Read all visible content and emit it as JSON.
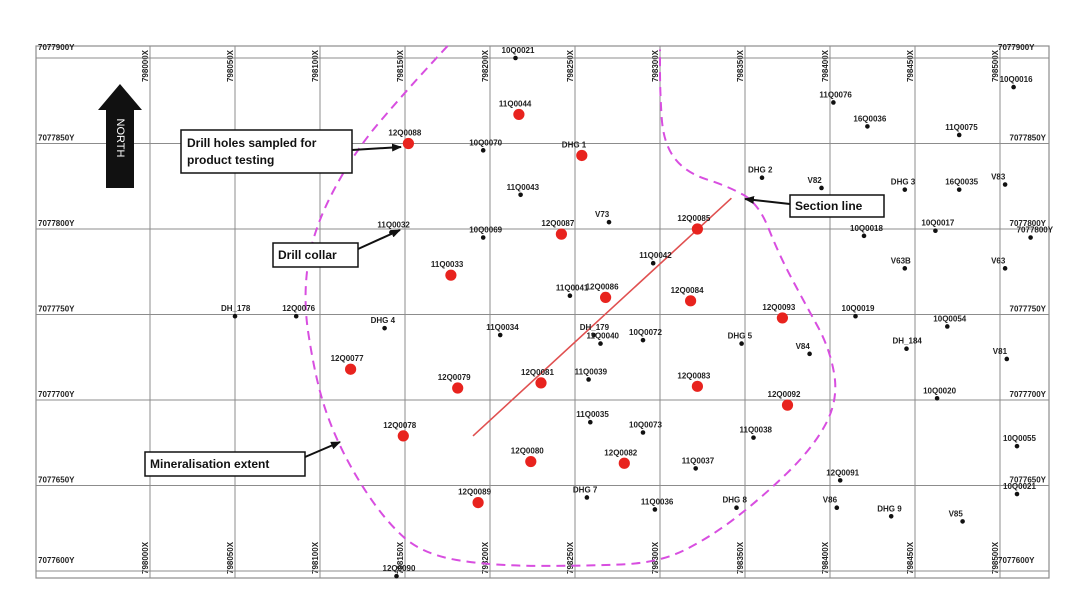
{
  "colors": {
    "grid": "#8c8c8c",
    "boundary": "#d84ee0",
    "sampled_hole": "#e8231e",
    "collar": "#111111",
    "section_line": "#e05050"
  },
  "north_arrow": {
    "label": "NORTH"
  },
  "grid": {
    "eastings": [
      {
        "label": "798000X"
      },
      {
        "label": "798050X"
      },
      {
        "label": "798100X"
      },
      {
        "label": "798150X"
      },
      {
        "label": "798200X"
      },
      {
        "label": "798250X"
      },
      {
        "label": "798300X"
      },
      {
        "label": "798350X"
      },
      {
        "label": "798400X"
      },
      {
        "label": "798450X"
      },
      {
        "label": "798500X"
      }
    ],
    "northings": [
      {
        "left": "7077850Y",
        "right": "7077850Y"
      },
      {
        "left": "7077800Y",
        "right": "7077800Y"
      },
      {
        "left": "7077750Y",
        "right": "7077750Y"
      },
      {
        "left": "7077700Y",
        "right": "7077700Y"
      },
      {
        "left": "7077650Y",
        "right": "7077650Y"
      }
    ],
    "corners": {
      "top_left": "7077900Y",
      "top_right": "7077900Y",
      "bottom_left": "7077600Y",
      "bottom_right": "7077600Y"
    }
  },
  "callouts": {
    "sampled": {
      "line1": "Drill holes sampled for",
      "line2": "product testing"
    },
    "collar": "Drill collar",
    "section": "Section line",
    "extent": "Mineralisation extent"
  },
  "sampled_holes": [
    {
      "id": "12Q0088",
      "e": 798152,
      "n": 7077850
    },
    {
      "id": "11Q0044",
      "e": 798217,
      "n": 7077867
    },
    {
      "id": "DHG 1",
      "e": 798254,
      "n": 7077843
    },
    {
      "id": "12Q0087",
      "e": 798242,
      "n": 7077797
    },
    {
      "id": "12Q0085",
      "e": 798322,
      "n": 7077800
    },
    {
      "id": "11Q0033",
      "e": 798177,
      "n": 7077773
    },
    {
      "id": "12Q0086",
      "e": 798268,
      "n": 7077760
    },
    {
      "id": "12Q0084",
      "e": 798318,
      "n": 7077758
    },
    {
      "id": "12Q0093",
      "e": 798372,
      "n": 7077748
    },
    {
      "id": "12Q0077",
      "e": 798118,
      "n": 7077718
    },
    {
      "id": "12Q0079",
      "e": 798181,
      "n": 7077707
    },
    {
      "id": "12Q0081",
      "e": 798230,
      "n": 7077710
    },
    {
      "id": "12Q0083",
      "e": 798322,
      "n": 7077708
    },
    {
      "id": "12Q0092",
      "e": 798375,
      "n": 7077697
    },
    {
      "id": "12Q0078",
      "e": 798149,
      "n": 7077679
    },
    {
      "id": "12Q0080",
      "e": 798224,
      "n": 7077664
    },
    {
      "id": "12Q0082",
      "e": 798279,
      "n": 7077663
    },
    {
      "id": "12Q0089",
      "e": 798193,
      "n": 7077640
    }
  ],
  "collars": [
    {
      "id": "10Q0021",
      "e": 798215,
      "n": 7077900
    },
    {
      "id": "11Q0076",
      "e": 798402,
      "n": 7077874
    },
    {
      "id": "10Q0016",
      "e": 798508,
      "n": 7077883
    },
    {
      "id": "16Q0036",
      "e": 798422,
      "n": 7077860
    },
    {
      "id": "11Q0075",
      "e": 798476,
      "n": 7077855
    },
    {
      "id": "10Q0070",
      "e": 798196,
      "n": 7077846
    },
    {
      "id": "DHG 2",
      "e": 798360,
      "n": 7077830
    },
    {
      "id": "V82",
      "e": 798395,
      "n": 7077824
    },
    {
      "id": "DHG 3",
      "e": 798444,
      "n": 7077823
    },
    {
      "id": "16Q0035",
      "e": 798476,
      "n": 7077823
    },
    {
      "id": "V83",
      "e": 798503,
      "n": 7077826
    },
    {
      "id": "11Q0043",
      "e": 798218,
      "n": 7077820
    },
    {
      "id": "V73",
      "e": 798270,
      "n": 7077804
    },
    {
      "id": "10Q0018",
      "e": 798420,
      "n": 7077796
    },
    {
      "id": "10Q0017",
      "e": 798462,
      "n": 7077799
    },
    {
      "id": "7077800Y",
      "e": 798518,
      "n": 7077795
    },
    {
      "id": "11Q0032",
      "e": 798142,
      "n": 7077798
    },
    {
      "id": "10Q0069",
      "e": 798196,
      "n": 7077795
    },
    {
      "id": "11Q0042",
      "e": 798296,
      "n": 7077780
    },
    {
      "id": "V63B",
      "e": 798444,
      "n": 7077777
    },
    {
      "id": "V63",
      "e": 798503,
      "n": 7077777
    },
    {
      "id": "11Q0041",
      "e": 798247,
      "n": 7077761
    },
    {
      "id": "DH_178",
      "e": 798050,
      "n": 7077749
    },
    {
      "id": "12Q0076",
      "e": 798086,
      "n": 7077749
    },
    {
      "id": "10Q0019",
      "e": 798415,
      "n": 7077749
    },
    {
      "id": "DHG 4",
      "e": 798138,
      "n": 7077742
    },
    {
      "id": "11Q0034",
      "e": 798206,
      "n": 7077738
    },
    {
      "id": "DH_179",
      "e": 798261,
      "n": 7077738
    },
    {
      "id": "11Q0040",
      "e": 798265,
      "n": 7077733
    },
    {
      "id": "10Q0072",
      "e": 798290,
      "n": 7077735
    },
    {
      "id": "DHG 5",
      "e": 798348,
      "n": 7077733
    },
    {
      "id": "10Q0054",
      "e": 798469,
      "n": 7077743
    },
    {
      "id": "V84",
      "e": 798388,
      "n": 7077727
    },
    {
      "id": "DH_184",
      "e": 798445,
      "n": 7077730
    },
    {
      "id": "V81",
      "e": 798504,
      "n": 7077724
    },
    {
      "id": "11Q0039",
      "e": 798258,
      "n": 7077712
    },
    {
      "id": "10Q0020",
      "e": 798463,
      "n": 7077701
    },
    {
      "id": "11Q0035",
      "e": 798259,
      "n": 7077687
    },
    {
      "id": "10Q0073",
      "e": 798290,
      "n": 7077681
    },
    {
      "id": "11Q0038",
      "e": 798355,
      "n": 7077678
    },
    {
      "id": "10Q0055",
      "e": 798510,
      "n": 7077673
    },
    {
      "id": "11Q0037",
      "e": 798321,
      "n": 7077660
    },
    {
      "id": "12Q0091",
      "e": 798406,
      "n": 7077653
    },
    {
      "id": "10Q0021",
      "e": 798510,
      "n": 7077645
    },
    {
      "id": "DHG 7",
      "e": 798257,
      "n": 7077643
    },
    {
      "id": "11Q0036",
      "e": 798297,
      "n": 7077636
    },
    {
      "id": "DHG 8",
      "e": 798345,
      "n": 7077637
    },
    {
      "id": "V86",
      "e": 798404,
      "n": 7077637
    },
    {
      "id": "DHG 9",
      "e": 798436,
      "n": 7077632
    },
    {
      "id": "V85",
      "e": 798478,
      "n": 7077629
    },
    {
      "id": "12Q0090",
      "e": 798145,
      "n": 7077597
    }
  ],
  "section_line": {
    "from": {
      "e": 798190,
      "n": 7077679
    },
    "to": {
      "e": 798342,
      "n": 7077818
    }
  },
  "mineralisation_extent": [
    {
      "e": 798175,
      "n": 7077907
    },
    {
      "e": 798150,
      "n": 7077880
    },
    {
      "e": 798120,
      "n": 7077845
    },
    {
      "e": 798096,
      "n": 7077800
    },
    {
      "e": 798090,
      "n": 7077760
    },
    {
      "e": 798096,
      "n": 7077720
    },
    {
      "e": 798104,
      "n": 7077690
    },
    {
      "e": 798118,
      "n": 7077660
    },
    {
      "e": 798138,
      "n": 7077630
    },
    {
      "e": 798160,
      "n": 7077610
    },
    {
      "e": 798200,
      "n": 7077603
    },
    {
      "e": 798260,
      "n": 7077603
    },
    {
      "e": 798300,
      "n": 7077605
    },
    {
      "e": 798330,
      "n": 7077620
    },
    {
      "e": 798360,
      "n": 7077643
    },
    {
      "e": 798390,
      "n": 7077672
    },
    {
      "e": 798405,
      "n": 7077700
    },
    {
      "e": 798400,
      "n": 7077730
    },
    {
      "e": 798385,
      "n": 7077757
    },
    {
      "e": 798370,
      "n": 7077785
    },
    {
      "e": 798358,
      "n": 7077815
    },
    {
      "e": 798340,
      "n": 7077825
    },
    {
      "e": 798315,
      "n": 7077833
    },
    {
      "e": 798302,
      "n": 7077850
    },
    {
      "e": 798300,
      "n": 7077880
    },
    {
      "e": 798300,
      "n": 7077905
    }
  ]
}
